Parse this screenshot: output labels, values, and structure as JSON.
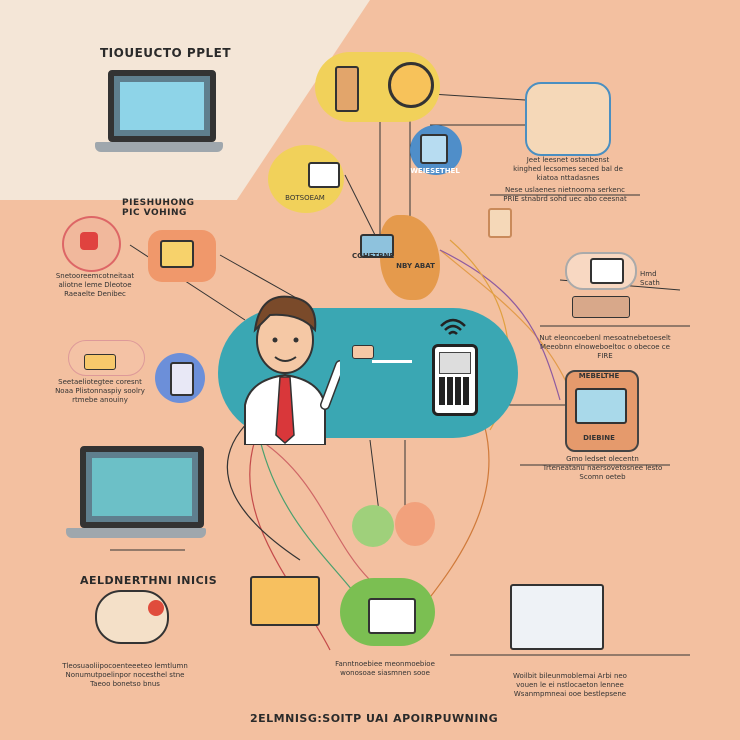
{
  "title": "TIOUEUCTO PPLET",
  "subtitle": "PIESHUHONG PIC VOHING",
  "section_label": "AELDNERTHNI INICIS",
  "footer": "2ELMNISG:SOITP UAI APOIRPUWNING",
  "captions": {
    "top_right": "Jeet leesnet ostanbenst\nkinghed lecsomes seced bal de\nkiatoa nttadasnes",
    "top_right_band": "Nese uslaenes nietnooma serkenc\nPRIE stnabrd sohd uec abo ceesnat",
    "blue_node": "WEIESETHEL",
    "yellow_node": "BOTSOEAM",
    "center_map": "CGHETBNE",
    "center_map_tag": "NBY ABAT",
    "left_red": "Snetooreemcotneitaat\naliotne leme Dleotoe\nRaeaelte Denibec",
    "left_cloud": "Seetaeliotegtee coresnt\nNoaa Plistonnaspiy soolry\nrtmebe anouiny",
    "right_chart": "Hmd\nScath",
    "right_band": "Nut eleoncoebenl mesoatnebetoeselt\nMeeobnn elnoweboeltoc o obecoe ce\nFIRE",
    "right_monitor": "MEBELTHE",
    "right_monitor_sub": "DIEBINE",
    "right_monitor_cap": "Gmo ledset olecentn\nTrteneatanu naersovetosnee lesto\nScomn oeteb",
    "left_tools": "Tleosuaoliipocoenteeeteo lemtlumn\nNonumutpoelinpor nocesthel stne\nTaeoo bonetso bnus",
    "bottom_center": "Fanntnoebiee meonmoebioe\nwonosoae siasmnen sooe",
    "bottom_right": "Woilbit bileunmoblemai Arbi neo\nvouen le ei nstlocaeton lennee\nWsanmpmneai ooe bestlepsene"
  },
  "colors": {
    "background": "#f3c0a0",
    "hub": "#3aa7b3",
    "yellow": "#f1d15a",
    "blue": "#4f8ec9",
    "tie": "#d9373a"
  }
}
